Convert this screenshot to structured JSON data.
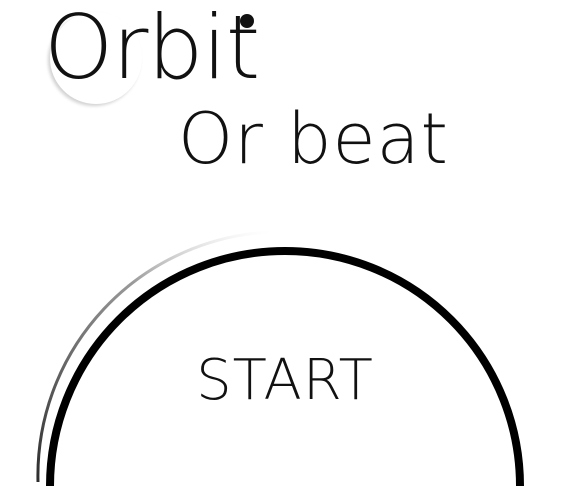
{
  "title": "Orbit",
  "subtitle": "Or beat",
  "start_button": {
    "label": "START"
  },
  "colors": {
    "background": "#ffffff",
    "foreground": "#111111"
  }
}
